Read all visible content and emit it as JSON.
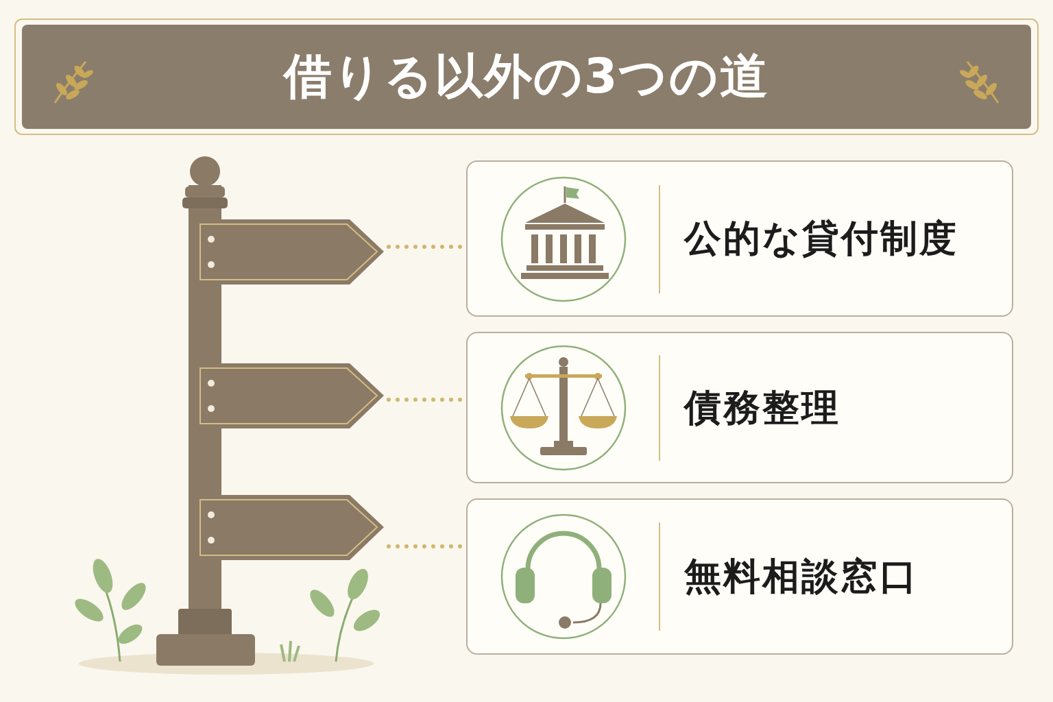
{
  "diagram": {
    "title": "借りる以外の3つの道",
    "nodes": [
      {
        "text": [
          "公的な貸付制度"
        ]
      },
      {
        "text": [
          "債務整理"
        ]
      },
      {
        "text": [
          "無料相談窓口"
        ]
      }
    ]
  }
}
